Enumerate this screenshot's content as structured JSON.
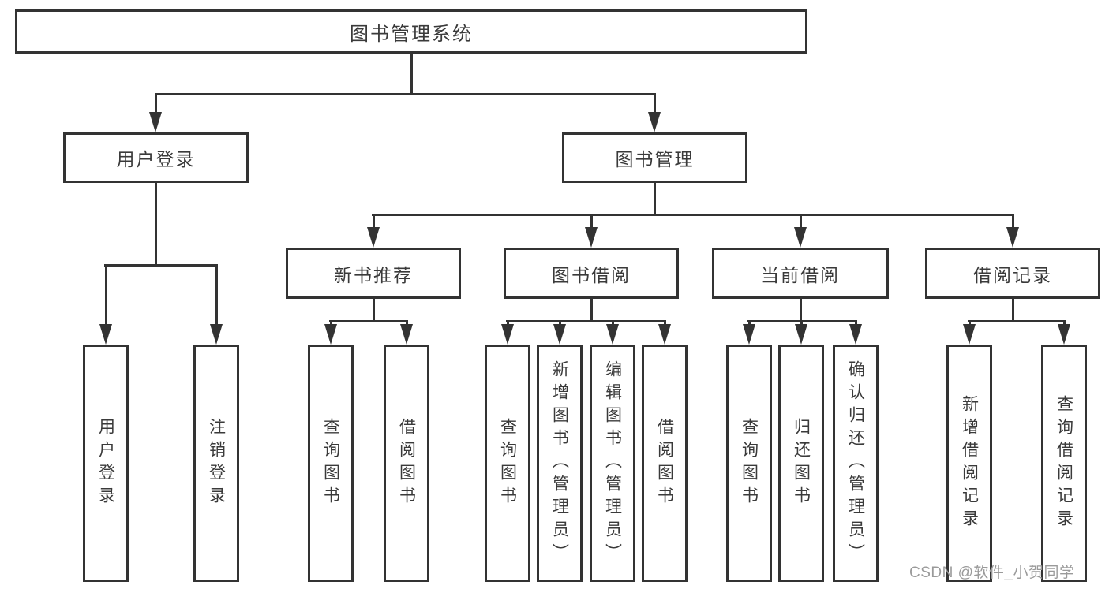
{
  "colors": {
    "line": "#333333",
    "text": "#3a3a3a",
    "watermark": "#9a9a9a",
    "background": "#ffffff"
  },
  "watermark": "CSDN @软件_小贺同学",
  "tree": {
    "root": "图书管理系统",
    "user_branch": {
      "label": "用户登录",
      "leaves": [
        "用户登录",
        "注销登录"
      ]
    },
    "book_branch": {
      "label": "图书管理",
      "groups": [
        {
          "label": "新书推荐",
          "leaves": [
            "查询图书",
            "借阅图书"
          ]
        },
        {
          "label": "图书借阅",
          "leaves": [
            "查询图书",
            "新增图书（管理员）",
            "编辑图书（管理员）",
            "借阅图书"
          ]
        },
        {
          "label": "当前借阅",
          "leaves": [
            "查询图书",
            "归还图书",
            "确认归还（管理员）"
          ]
        },
        {
          "label": "借阅记录",
          "leaves": [
            "新增借阅记录",
            "查询借阅记录"
          ]
        }
      ]
    }
  }
}
